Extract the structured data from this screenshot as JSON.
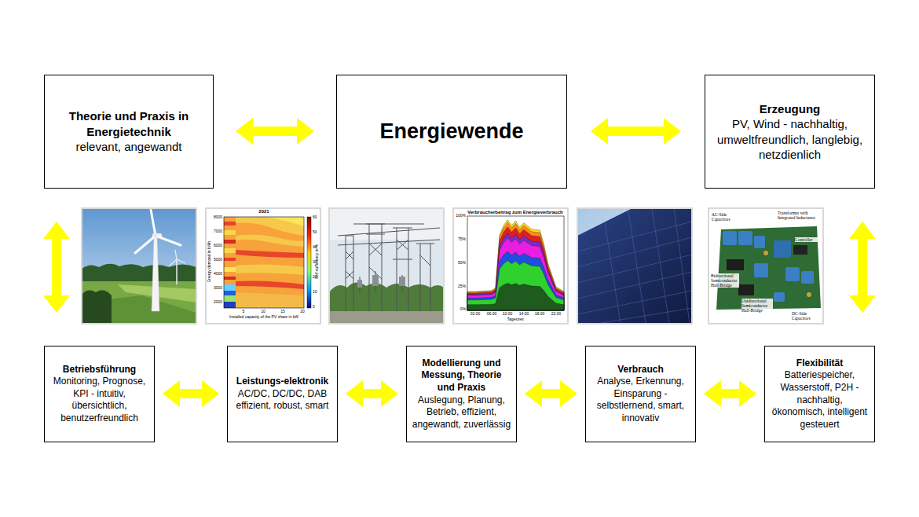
{
  "diagram": {
    "nodes": [
      {
        "text": [
          "Theorie und Praxis in Energietechnik",
          "relevant, angewandt"
        ]
      },
      {
        "text": [
          "Energiewende"
        ]
      },
      {
        "text": [
          "Erzeugung",
          "PV, Wind - nachhaltig, umweltfreundlich, langlebig, netzdienlich"
        ]
      },
      {
        "text": [
          "Betriebsführung",
          "Monitoring, Prognose, KPI - intuitiv, übersichtlich, benutzerfreundlich"
        ]
      },
      {
        "text": [
          "Leistungs-elektronik",
          "AC/DC, DC/DC, DAB effizient, robust, smart"
        ]
      },
      {
        "text": [
          "Modellierung und Messung, Theorie und Praxis",
          "Auslegung, Planung, Betrieb, effizient, angewandt, zuverlässig"
        ]
      },
      {
        "text": [
          "Verbrauch",
          "Analyse, Erkennung, Einsparung - selbstlernend, smart, innovativ"
        ]
      },
      {
        "text": [
          "Flexibilität",
          "Batteriespeicher, Wasserstoff, P2H - nachhaltig, ökonomisch, intelligent gesteuert"
        ]
      }
    ],
    "edges": [
      {
        "from": 0,
        "to": 1,
        "arrow": "both"
      },
      {
        "from": 1,
        "to": 2,
        "arrow": "both"
      },
      {
        "from": 0,
        "to": 3,
        "arrow": "both"
      },
      {
        "from": 2,
        "to": 7,
        "arrow": "both"
      },
      {
        "from": 3,
        "to": 4,
        "arrow": "both"
      },
      {
        "from": 4,
        "to": 5,
        "arrow": "both"
      },
      {
        "from": 5,
        "to": 6,
        "arrow": "both"
      },
      {
        "from": 6,
        "to": 7,
        "arrow": "both"
      }
    ],
    "labels": [
      "2021",
      "8000",
      "7000",
      "6000",
      "5000",
      "4000",
      "3000",
      "2000",
      "Energy demand in kWh",
      "5",
      "10",
      "15",
      "20",
      "Installed capacity of the PV share in kW",
      "60",
      "50",
      "40",
      "30",
      "20",
      "10",
      "0",
      "Self-sufficiency in %",
      "Verbraucherbeitrag zum Energieverbrauch",
      "100%",
      "75%",
      "50%",
      "25%",
      "0%",
      "02:00",
      "06:00",
      "10:00",
      "14:00",
      "18:00",
      "22:00",
      "Tageszeit",
      "AC-Side Capacitors",
      "Transformer with Integrated Inductance",
      "Controller",
      "Bidirectional Semiconductor Half-Bridge",
      "Unidirectional Semiconductor Half-Bridge",
      "DC-Side Capacitors"
    ]
  }
}
